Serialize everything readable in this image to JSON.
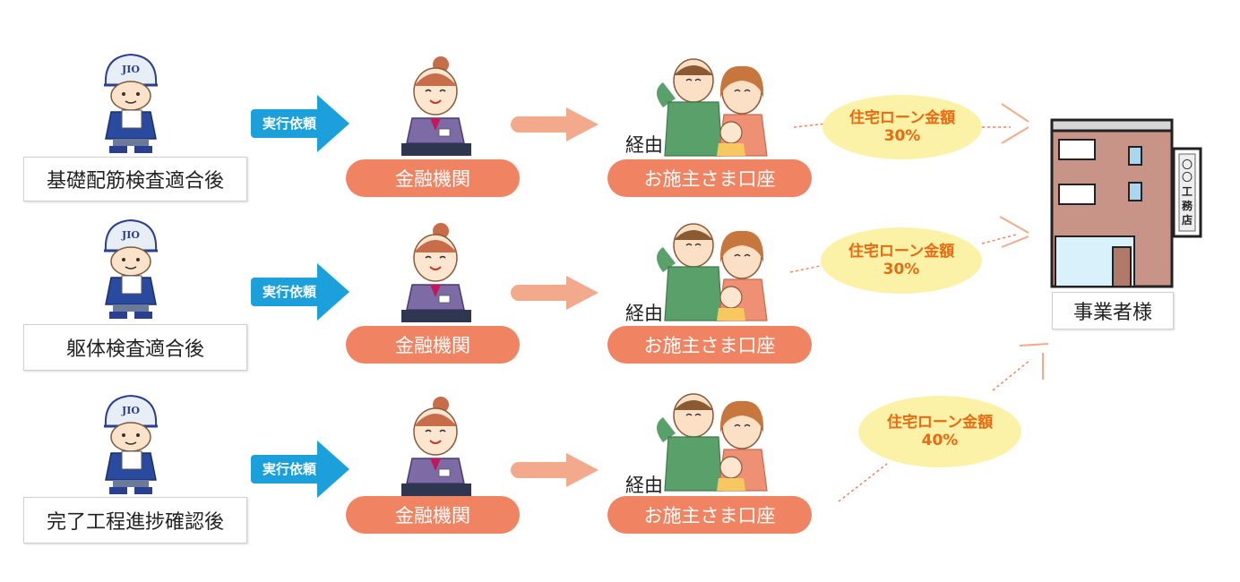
{
  "stages": [
    {
      "label": "基礎配筋検査適合後",
      "request": "実行依頼",
      "bank": "金融機関",
      "via": "経由",
      "account": "お施主さま口座",
      "loan_label": "住宅ローン金額",
      "loan_pct": "30%"
    },
    {
      "label": "躯体検査適合後",
      "request": "実行依頼",
      "bank": "金融機関",
      "via": "経由",
      "account": "お施主さま口座",
      "loan_label": "住宅ローン金額",
      "loan_pct": "30%"
    },
    {
      "label": "完了工程進捗確認後",
      "request": "実行依頼",
      "bank": "金融機関",
      "via": "経由",
      "account": "お施主さま口座",
      "loan_label": "住宅ローン金額",
      "loan_pct": "40%"
    }
  ],
  "inspector": {
    "helmet_text": "JIO"
  },
  "client": {
    "label": "事業者様",
    "sign": "〇〇工務店"
  },
  "colors": {
    "request_arrow": "#1ba0db",
    "pill": "#f08462",
    "flow_arrow": "#f3a98b",
    "loan_ellipse": "#fbf2a8",
    "loan_text": "#e86b12"
  }
}
